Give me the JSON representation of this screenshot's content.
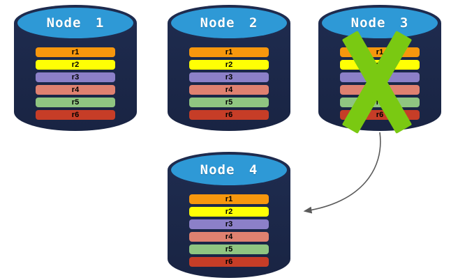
{
  "diagram_type": "database-replication",
  "nodes": [
    {
      "id": "node-1",
      "label": "Node 1",
      "crossed_out": false
    },
    {
      "id": "node-2",
      "label": "Node 2",
      "crossed_out": false
    },
    {
      "id": "node-3",
      "label": "Node 3",
      "crossed_out": true
    },
    {
      "id": "node-4",
      "label": "Node 4",
      "crossed_out": false
    }
  ],
  "replica_set": [
    {
      "label": "r1",
      "color": "#F7970D"
    },
    {
      "label": "r2",
      "color": "#FFFF05"
    },
    {
      "label": "r3",
      "color": "#8C80C8"
    },
    {
      "label": "r4",
      "color": "#DF8170"
    },
    {
      "label": "r5",
      "color": "#8FC581"
    },
    {
      "label": "r6",
      "color": "#C63D27"
    }
  ],
  "arrow": {
    "from": "node-3",
    "to": "node-4",
    "meaning": "replicas copied to new node"
  },
  "icons": {
    "failure_cross": "X"
  },
  "colors": {
    "cylinder_body": "#1E2B4E",
    "cylinder_body_dark": "#192443",
    "cylinder_top": "#2E99D6",
    "title_text": "#FFFFFF",
    "bar_text": "#000000",
    "cross_color": "#7AC912",
    "arrow_color": "#5A5A5A",
    "background": "#FFFFFF"
  }
}
